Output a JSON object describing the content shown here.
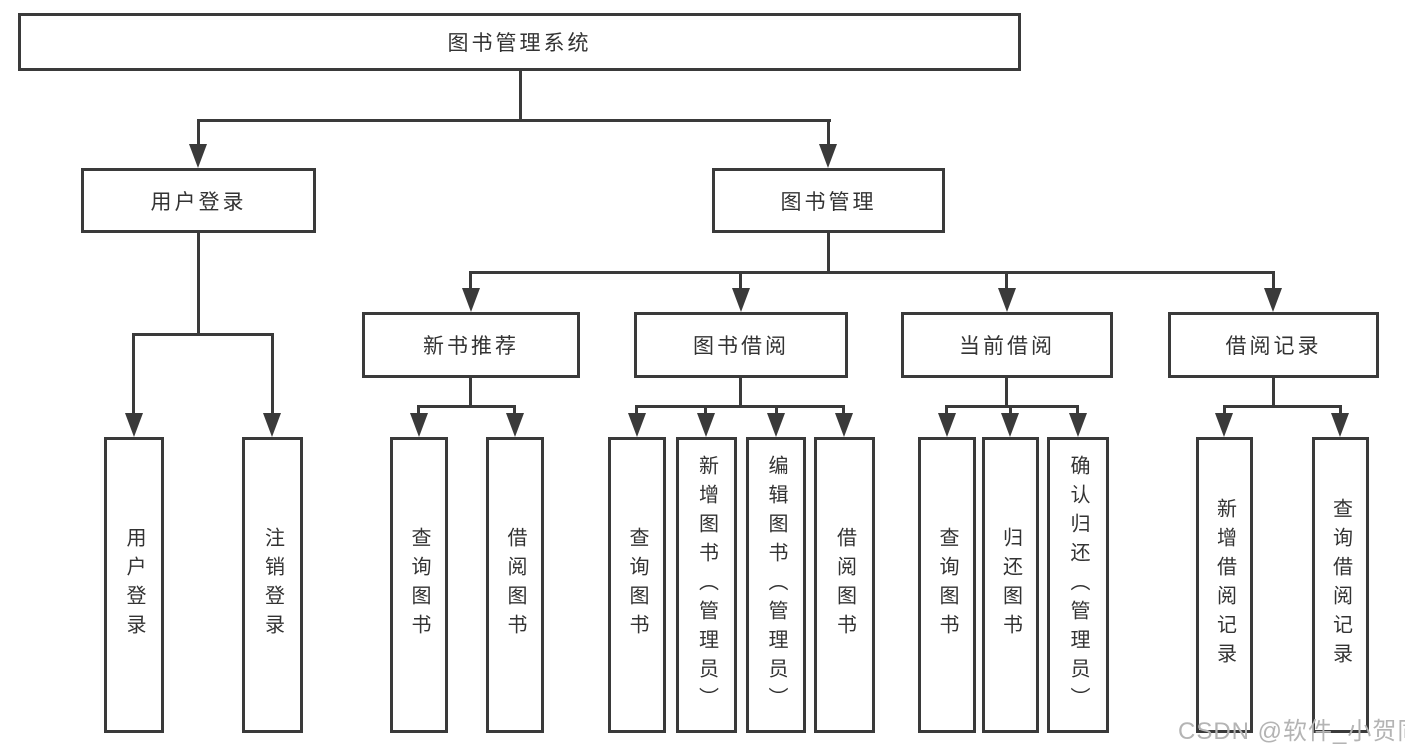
{
  "diagram": {
    "type": "org-chart",
    "title": "图书管理系统",
    "level2": [
      {
        "label": "用户登录",
        "parent": "图书管理系统"
      },
      {
        "label": "图书管理",
        "parent": "图书管理系统"
      }
    ],
    "level3": [
      {
        "label": "新书推荐",
        "parent": "图书管理"
      },
      {
        "label": "图书借阅",
        "parent": "图书管理"
      },
      {
        "label": "当前借阅",
        "parent": "图书管理"
      },
      {
        "label": "借阅记录",
        "parent": "图书管理"
      }
    ],
    "leaves": [
      {
        "label": "用户登录",
        "parent": "用户登录"
      },
      {
        "label": "注销登录",
        "parent": "用户登录"
      },
      {
        "label": "查询图书",
        "parent": "新书推荐"
      },
      {
        "label": "借阅图书",
        "parent": "新书推荐"
      },
      {
        "label": "查询图书",
        "parent": "图书借阅"
      },
      {
        "label": "新增图书（管理员）",
        "parent": "图书借阅"
      },
      {
        "label": "编辑图书（管理员）",
        "parent": "图书借阅"
      },
      {
        "label": "借阅图书",
        "parent": "图书借阅"
      },
      {
        "label": "查询图书",
        "parent": "当前借阅"
      },
      {
        "label": "归还图书",
        "parent": "当前借阅"
      },
      {
        "label": "确认归还（管理员）",
        "parent": "当前借阅"
      },
      {
        "label": "新增借阅记录",
        "parent": "借阅记录"
      },
      {
        "label": "查询借阅记录",
        "parent": "借阅记录"
      }
    ]
  },
  "watermark": {
    "text": "CSDN @软件_小贺同学",
    "color": "#b4b4b4"
  },
  "colors": {
    "line": "#3a3a3a",
    "text": "#333333",
    "background": "#ffffff"
  }
}
